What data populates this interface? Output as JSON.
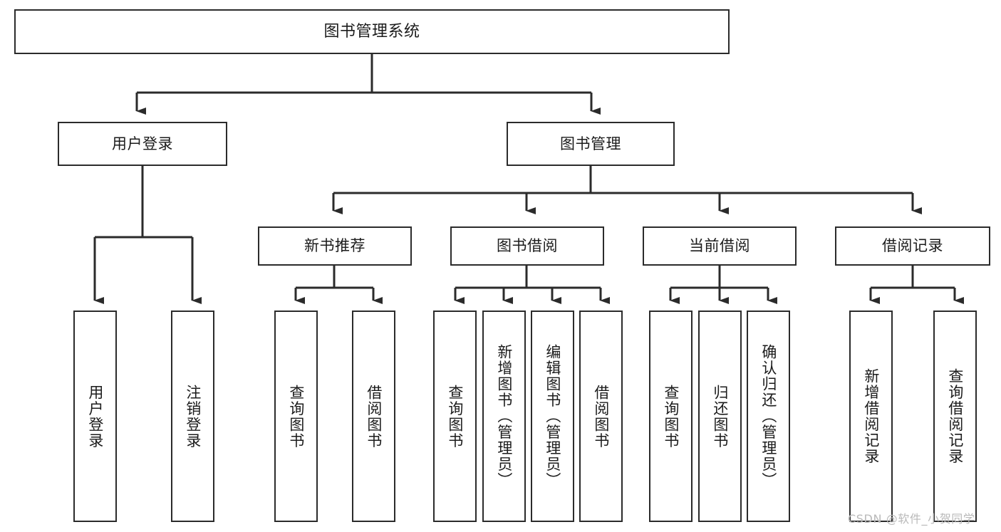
{
  "diagram": {
    "title": "图书管理系统",
    "type": "tree-hierarchy-chart",
    "colors": {
      "box_border": "#2b2b2b",
      "box_fill": "#ffffff",
      "connector": "#2b2b2b",
      "background": "#ffffff",
      "watermark": "#b9b9b9"
    },
    "root": {
      "id": "root",
      "label": "图书管理系统"
    },
    "level2": [
      {
        "id": "user-login",
        "label": "用户登录"
      },
      {
        "id": "book-management",
        "label": "图书管理"
      }
    ],
    "level3": [
      {
        "id": "new-book-recommend",
        "label": "新书推荐",
        "parent": "book-management"
      },
      {
        "id": "book-borrow",
        "label": "图书借阅",
        "parent": "book-management"
      },
      {
        "id": "current-borrow",
        "label": "当前借阅",
        "parent": "book-management"
      },
      {
        "id": "borrow-record",
        "label": "借阅记录",
        "parent": "book-management"
      }
    ],
    "leaves": {
      "user_login": [
        {
          "id": "leaf-user-login",
          "label": "用户登录"
        },
        {
          "id": "leaf-user-logout",
          "label": "注销登录"
        }
      ],
      "new_book_recommend": [
        {
          "id": "leaf-query-book-1",
          "label": "查询图书"
        },
        {
          "id": "leaf-borrow-book-1",
          "label": "借阅图书"
        }
      ],
      "book_borrow": [
        {
          "id": "leaf-query-book-2",
          "label": "查询图书"
        },
        {
          "id": "leaf-add-book",
          "label": "新增图书（管理员）"
        },
        {
          "id": "leaf-edit-book",
          "label": "编辑图书（管理员）"
        },
        {
          "id": "leaf-borrow-book-2",
          "label": "借阅图书"
        }
      ],
      "current_borrow": [
        {
          "id": "leaf-query-book-3",
          "label": "查询图书"
        },
        {
          "id": "leaf-return-book",
          "label": "归还图书"
        },
        {
          "id": "leaf-confirm-return",
          "label": "确认归还（管理员）"
        }
      ],
      "borrow_record": [
        {
          "id": "leaf-add-record",
          "label": "新增借阅记录"
        },
        {
          "id": "leaf-query-record",
          "label": "查询借阅记录"
        }
      ]
    }
  },
  "watermark": {
    "text": "CSDN @软件_小贺同学"
  }
}
